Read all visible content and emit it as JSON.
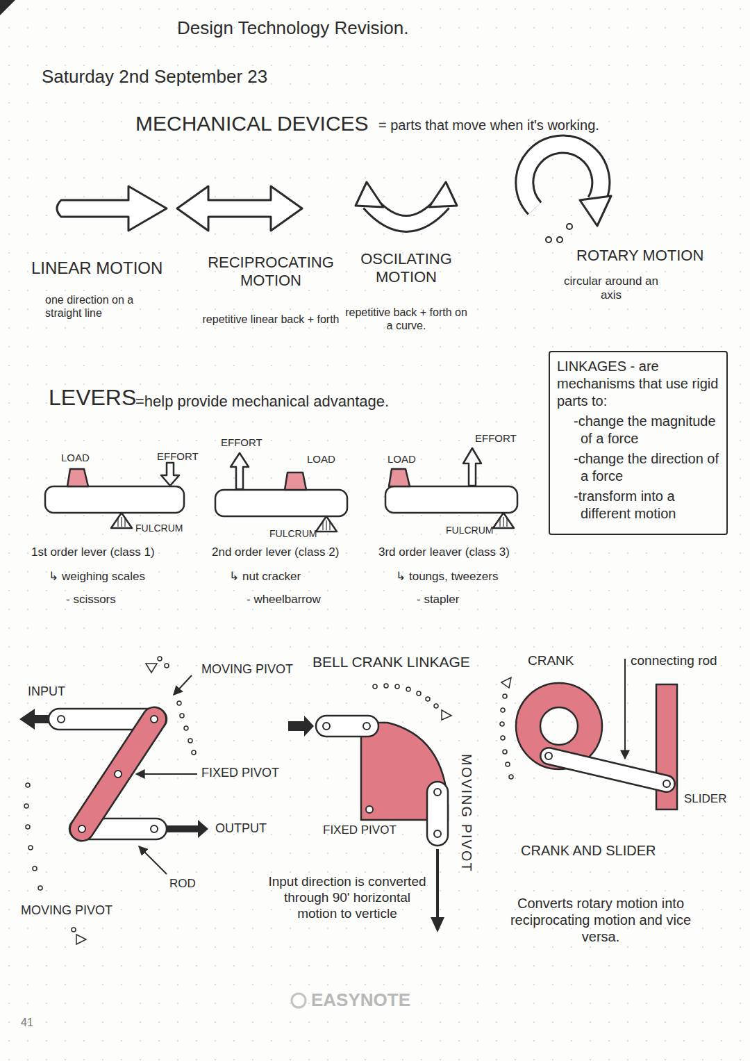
{
  "diagram": {
    "title": "Design Technology Revision.",
    "nodes": [
      {
        "text": [
          "LINKAGES - are mechanisms that use rigid parts to:",
          "-change the magnitude of a force",
          "-change the direction of a force",
          "-transform into a different motion"
        ]
      }
    ],
    "labels": [
      "Saturday 2nd September 23",
      "MECHANICAL DEVICES",
      "= parts that move when it's working.",
      "LINEAR MOTION",
      "one direction on a straight line",
      "RECIPROCATING MOTION",
      "repetitive linear back + forth",
      "OSCILATING MOTION",
      "repetitive back + forth on a curve.",
      "ROTARY MOTION",
      "circular around an axis",
      "LEVERS",
      "=help provide mechanical advantage.",
      "LOAD",
      "EFFORT",
      "FULCRUM",
      "1st order lever (class 1)",
      "↳ weighing scales",
      "- scissors",
      "EFFORT",
      "LOAD",
      "FULCRUM",
      "2nd order lever (class 2)",
      "↳ nut cracker",
      "- wheelbarrow",
      "LOAD",
      "EFFORT",
      "FULCRUM",
      "3rd order leaver (class 3)",
      "↳ toungs, tweezers",
      "- stapler",
      "INPUT",
      "MOVING PIVOT",
      "FIXED PIVOT",
      "OUTPUT",
      "ROD",
      "MOVING PIVOT",
      "BELL CRANK LINKAGE",
      "FIXED PIVOT",
      "MOVING PIVOT",
      "Input direction is converted through 90' horizontal motion to verticle",
      "CRANK",
      "connecting rod",
      "SLIDER",
      "CRANK AND SLIDER",
      "Converts rotary motion into reciprocating motion and vice versa.",
      "EASYNOTE",
      "41"
    ]
  }
}
